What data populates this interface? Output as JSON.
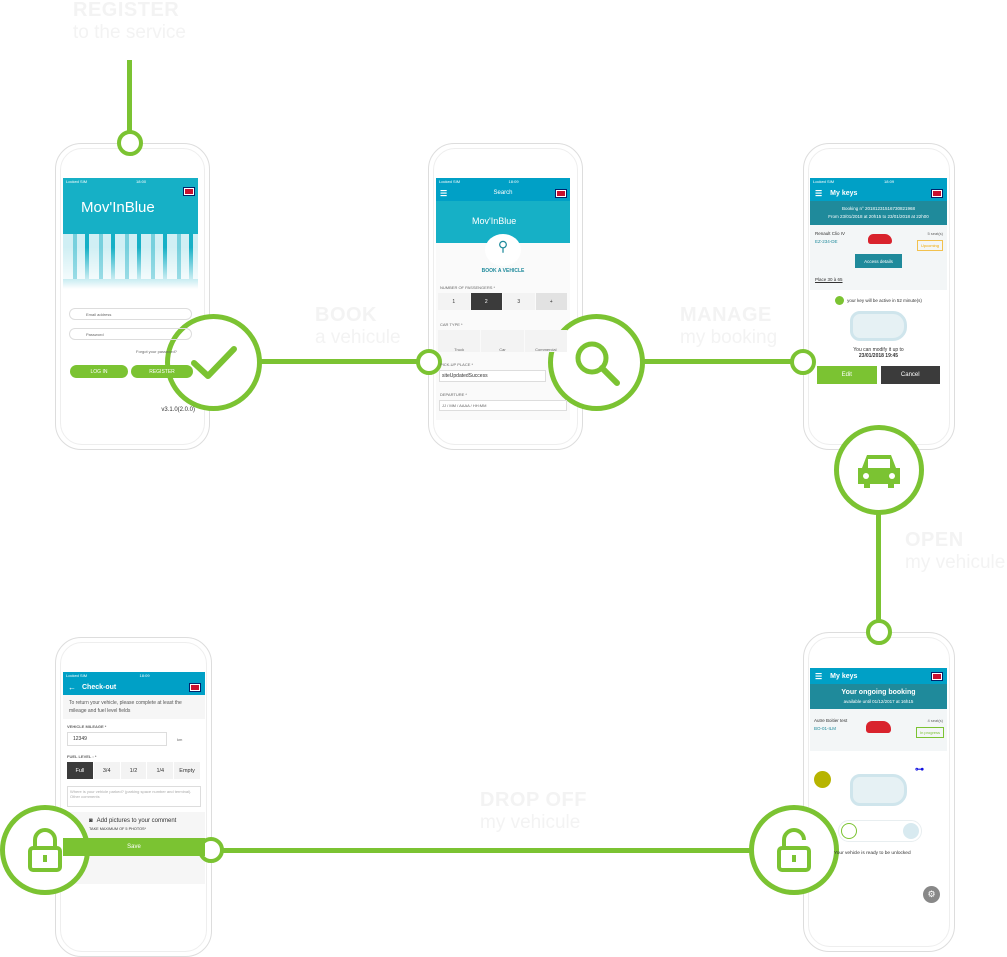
{
  "steps": [
    {
      "title": "REGISTER",
      "subtitle": "to the service"
    },
    {
      "title": "BOOK",
      "subtitle": "a vehicule"
    },
    {
      "title": "MANAGE",
      "subtitle": "my booking"
    },
    {
      "title": "OPEN",
      "subtitle": "my vehicule"
    },
    {
      "title": "DROP OFF",
      "subtitle": "my vehicule"
    }
  ],
  "accent": "#7bc332",
  "icons": [
    "check-icon",
    "search-icon",
    "car-icon",
    "lock-icon",
    "unlock-icon"
  ],
  "login": {
    "status": {
      "carrier": "Locked SIM",
      "time": "18:00"
    },
    "logo": "Mov'InBlue",
    "email_placeholder": "Email address",
    "password_placeholder": "Password",
    "forgot": "Forgot your password?",
    "login": "LOG IN",
    "register": "REGISTER",
    "version": "v3.1.0(2.0.0)"
  },
  "search": {
    "status": {
      "carrier": "Locked SIM",
      "time": "18:09"
    },
    "title": "Search",
    "logo": "Mov'InBlue",
    "book": "BOOK A VEHICLE",
    "passengers_label": "NUMBER OF PASSENGERS *",
    "passengers": [
      "1",
      "2",
      "3",
      "+"
    ],
    "car_type_label": "CAR TYPE *",
    "car_types": [
      "Truck",
      "Car",
      "Commercial"
    ],
    "pickup_label": "PICK-UP PLACE *",
    "pickup_value": "siteUpdatedSuccess",
    "departure_label": "DEPARTURE *",
    "departure_placeholder": "JJ / MM / AAAA / HH:MM"
  },
  "mykeys": {
    "status": {
      "carrier": "Locked SIM",
      "time": "18:09"
    },
    "title": "My keys",
    "booking": "Booking n° 20181231516730821968",
    "period": "From 23/01/2018 at 20h15 to 23/01/2018 at 22h00",
    "car": "Renault Clio IV",
    "plate": "EZ-234-DE",
    "seats": "5 seat(s)",
    "badge": "Upcoming",
    "access": "Access details",
    "place": "Place 30 à 65",
    "key_msg": "your key will be active in 52 minute(s)",
    "modify": "You can modify it up to",
    "modify_date": "23/01/2018 19:45",
    "edit": "Edit",
    "cancel": "Cancel"
  },
  "checkout": {
    "status": {
      "carrier": "Locked SIM",
      "time": "18:09"
    },
    "title": "Check-out",
    "intro": "To return your vehicle, please complete at least the mileage and fuel level fields",
    "mileage_label": "VEHICLE MILEAGE *",
    "mileage": "12349",
    "unit": "km",
    "fuel_label": "FUEL LEVEL : *",
    "fuel": [
      "Full",
      "3/4",
      "1/2",
      "1/4",
      "Empty"
    ],
    "comment_placeholder": "Where is your vehicle parked? (parking space number and terminal). Other comments",
    "pictures": "Add pictures to your comment",
    "photos_note": "TAKE MAXIMUM OF 5 PHOTOS*",
    "save": "Save"
  },
  "ongoing": {
    "title": "My keys",
    "heading": "Your ongoing booking",
    "available": "available until 01/12/2017 at 16h15",
    "car": "Autre Boitier test",
    "plate": "BO-01-ILM",
    "seats": "4 seat(s)",
    "badge": "In progress",
    "ready": "Your vehicle is ready to be unlocked"
  }
}
